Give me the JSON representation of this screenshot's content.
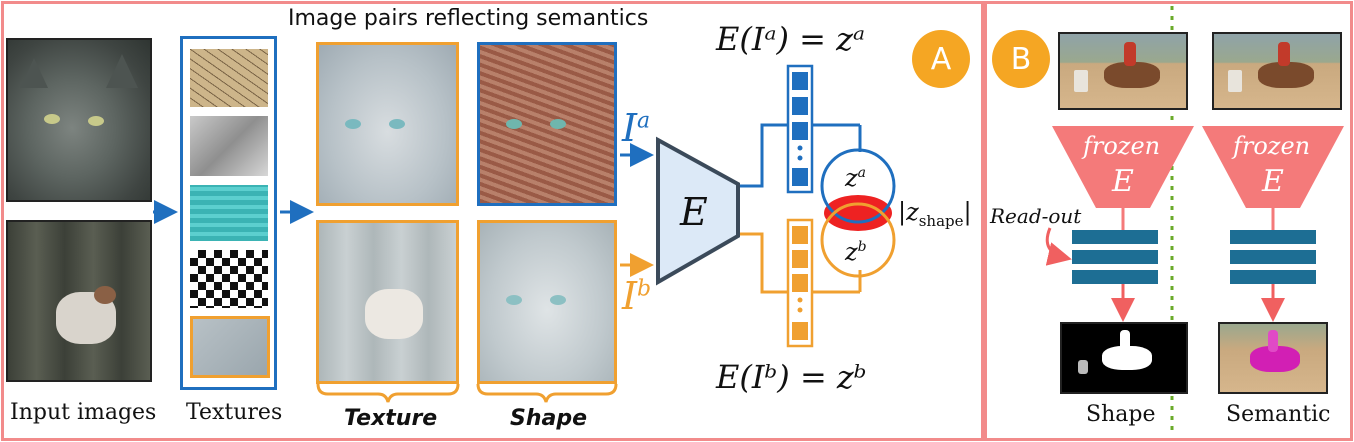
{
  "title": "Image pairs reflecting semantics",
  "labels": {
    "input_images": "Input images",
    "textures": "Textures",
    "texture_bracket": "Texture",
    "shape_bracket": "Shape",
    "encoder": "E",
    "ia_base": "I",
    "ia_sup": "a",
    "ib_base": "I",
    "ib_sup": "b",
    "eq_top": "E(Iᵃ) = zᵃ",
    "eq_bottom": "E(Iᵇ) = zᵇ",
    "za_base": "z",
    "za_sup": "a",
    "zb_base": "z",
    "zb_sup": "b",
    "zshape": "|z",
    "zshape_sub": "shape",
    "zshape_end": "|"
  },
  "panel_b": {
    "frozen": "frozen",
    "encoder": "E",
    "readout": "Read-out",
    "shape_label": "Shape",
    "semantic_label": "Semantic"
  },
  "badges": {
    "a": "A",
    "b": "B"
  },
  "colors": {
    "frame": "#f28b8b",
    "blue": "#1f6fbf",
    "orange": "#f0a030",
    "encoder_fill": "#dce9f7",
    "trapezoid": "#f47a7a",
    "readout_bars": "#1d6e94",
    "overlap_red": "#ee2222",
    "divider_green": "#6aab2a",
    "badge": "#f5a623"
  }
}
